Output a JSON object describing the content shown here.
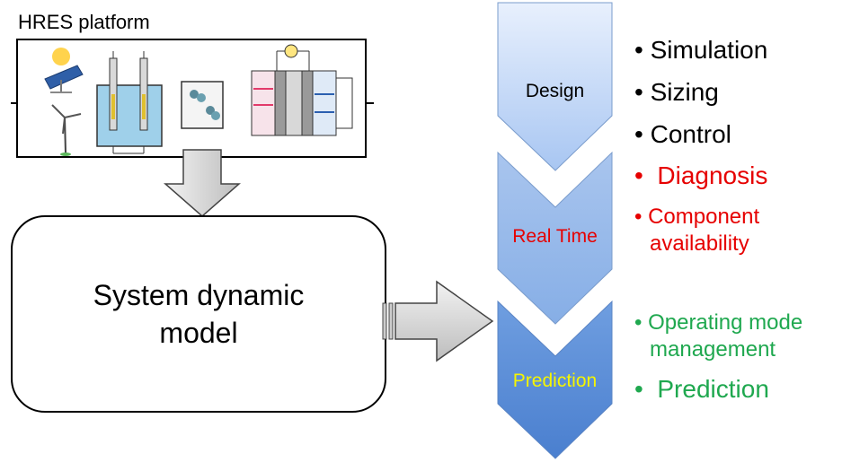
{
  "platform": {
    "title": "HRES platform"
  },
  "model": {
    "line1": "System dynamic",
    "line2": "model"
  },
  "stages": [
    {
      "label": "Design",
      "color": "#000000"
    },
    {
      "label": "Real Time",
      "color": "#e60000"
    },
    {
      "label": "Prediction",
      "color": "#f5f500"
    }
  ],
  "bullets": {
    "design": [
      "Simulation",
      "Sizing",
      "Control"
    ],
    "realtime": [
      "Diagnosis",
      "Component",
      "availability"
    ],
    "prediction": [
      "Operating mode",
      "management",
      "Prediction"
    ]
  },
  "colors": {
    "design_text": "#000000",
    "realtime_text": "#e60000",
    "prediction_text": "#1fa84f",
    "chevron_light": "#cfe0fb",
    "chevron_mid": "#9fbfe8",
    "chevron_dark": "#5b8fd8"
  },
  "icons": [
    "solar-panel-icon",
    "wind-turbine-icon",
    "electrolyzer-icon",
    "hydrogen-molecule-icon",
    "fuel-cell-icon"
  ]
}
